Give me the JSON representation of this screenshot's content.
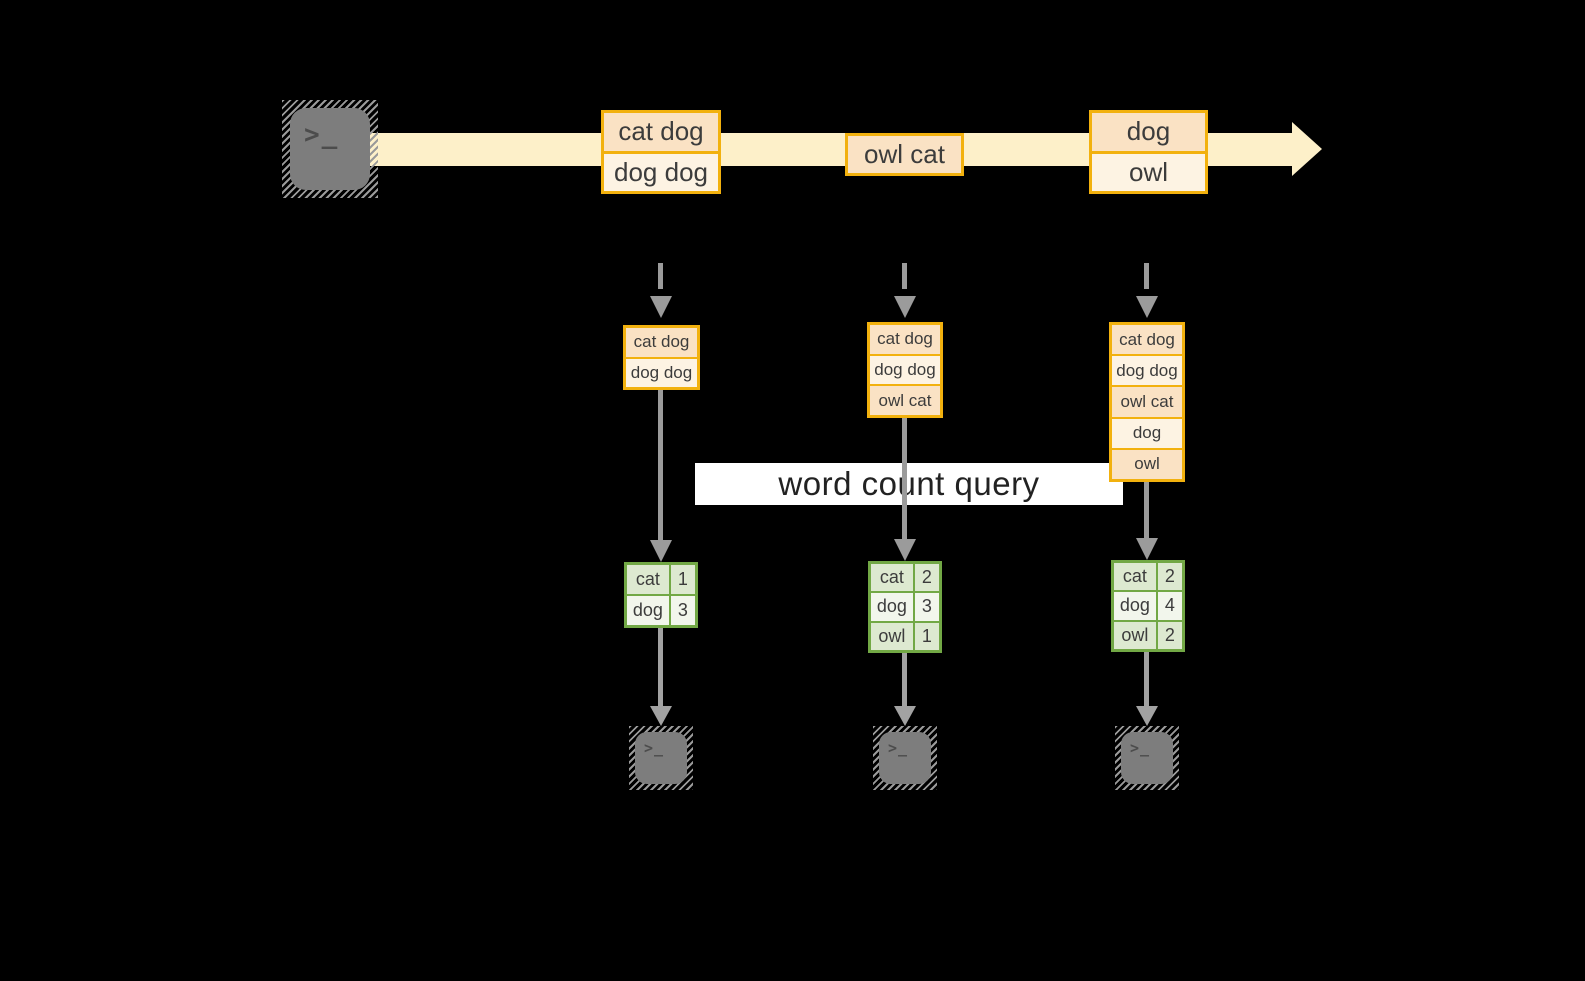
{
  "query_banner": {
    "label": "word count query"
  },
  "stream": {
    "events": [
      {
        "lines": [
          "cat dog",
          "dog dog"
        ]
      },
      {
        "lines": [
          "owl cat"
        ]
      },
      {
        "lines": [
          "dog",
          "owl"
        ]
      }
    ]
  },
  "columns": [
    {
      "buffer": [
        "cat dog",
        "dog dog"
      ],
      "counts": [
        {
          "word": "cat",
          "count": "1"
        },
        {
          "word": "dog",
          "count": "3"
        }
      ]
    },
    {
      "buffer": [
        "cat dog",
        "dog dog",
        "owl cat"
      ],
      "counts": [
        {
          "word": "cat",
          "count": "2"
        },
        {
          "word": "dog",
          "count": "3"
        },
        {
          "word": "owl",
          "count": "1"
        }
      ]
    },
    {
      "buffer": [
        "cat dog",
        "dog dog",
        "owl cat",
        "dog",
        "owl"
      ],
      "counts": [
        {
          "word": "cat",
          "count": "2"
        },
        {
          "word": "dog",
          "count": "4"
        },
        {
          "word": "owl",
          "count": "2"
        }
      ]
    }
  ],
  "icons": {
    "terminal_glyph": ">_",
    "stream_arrowhead": "right-arrow",
    "flow_arrowhead": "down-arrow"
  },
  "colors": {
    "background": "#000000",
    "stream_band": "#fdf0c9",
    "amber_border": "#f2b10e",
    "peach_dark": "#fae2c4",
    "peach_light": "#fdf3e3",
    "green_border": "#72a845",
    "green_dark": "#dde9d0",
    "green_light": "#f2f6ec",
    "arrow_gray": "#9b9b9b",
    "out_arrow_gray": "#a2a2a2",
    "hatch_gray": "#9a9a9a",
    "terminal_gray": "#7d7d7d",
    "banner_bg": "#ffffff",
    "text_dark": "#3c3c3c"
  }
}
